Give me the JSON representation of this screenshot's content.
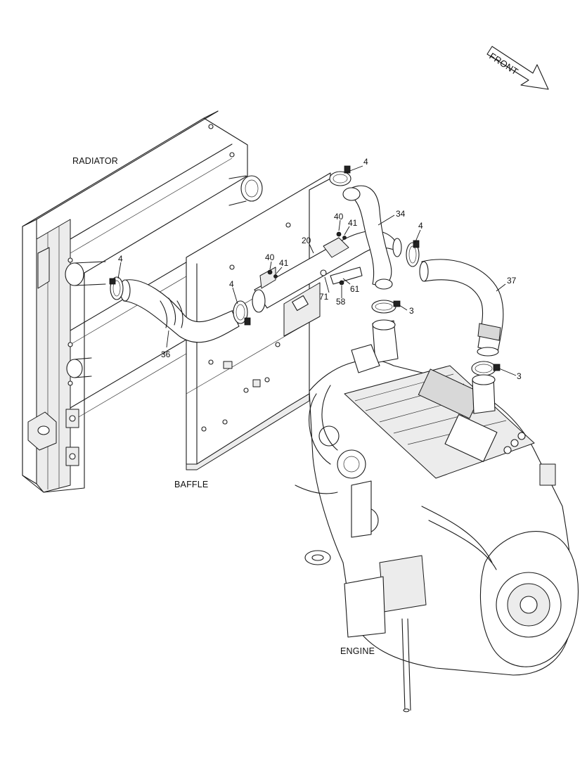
{
  "direction_arrow": {
    "label": "FRONT"
  },
  "sections": {
    "radiator": "RADIATOR",
    "baffle": "BAFFLE",
    "engine": "ENGINE"
  },
  "callouts": {
    "c4_top": "4",
    "c4_left": "4",
    "c4_mid": "4",
    "c4_right": "4",
    "c34": "34",
    "c40_a": "40",
    "c41_a": "41",
    "c40_b": "40",
    "c41_b": "41",
    "c20": "20",
    "c61": "61",
    "c71": "71",
    "c58": "58",
    "c3_mid": "3",
    "c3_right": "3",
    "c37": "37",
    "c36": "36"
  }
}
